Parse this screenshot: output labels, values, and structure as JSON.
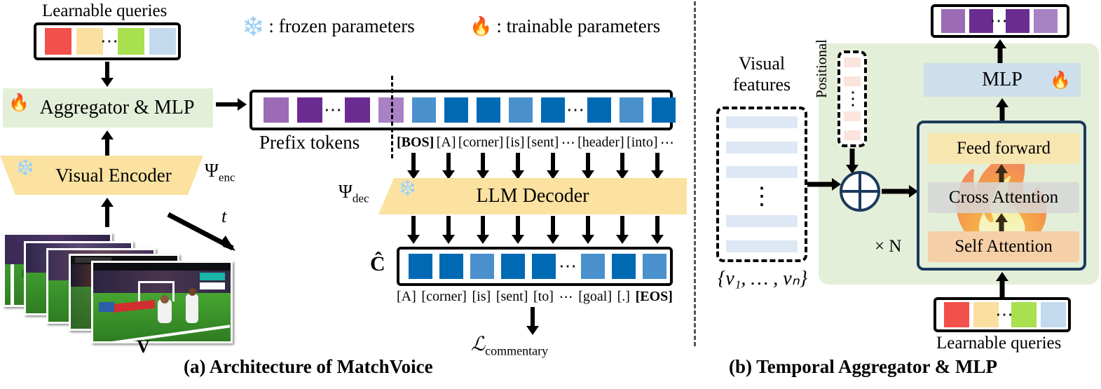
{
  "figure": {
    "panel_a_caption": "(a) Architecture of MatchVoice",
    "panel_b_caption": "(b) Temporal Aggregator & MLP"
  },
  "legend": {
    "frozen_icon": "snowflake-icon",
    "frozen_text": ": frozen parameters",
    "trainable_icon": "flame-icon",
    "trainable_text": ": trainable parameters"
  },
  "panel_a": {
    "learnable_queries_label": "Learnable queries",
    "learnable_queries_tokens": [
      "#f2504b",
      "#fae0a0",
      "dots",
      "#a8e04f",
      "#c3daee"
    ],
    "aggregator_label": "Aggregator & MLP",
    "aggregator_icon": "flame-icon",
    "visual_encoder_label": "Visual Encoder",
    "visual_encoder_icon": "snowflake-icon",
    "visual_encoder_symbol": "Ψ",
    "visual_encoder_subscript": "enc",
    "time_axis_label": "t",
    "video_label": "V",
    "prefix_tokens_label": "Prefix tokens",
    "prefix_tokens": [
      "#9b6bb5",
      "#6b2c91",
      "dots",
      "#6b2c91",
      "#a982c4"
    ],
    "input_text_tokens": [
      "#4a90cc",
      "#0069b4",
      "#0069b4",
      "#4a90cc",
      "#0069b4",
      "dots",
      "#0069b4",
      "#4a90cc",
      "#0069b4"
    ],
    "input_token_labels": [
      "[BOS]",
      "[A]",
      "[corner]",
      "[is]",
      "[sent]",
      "⋯",
      "[header]",
      "[into]",
      "⋯"
    ],
    "decoder_label": "LLM Decoder",
    "decoder_icon": "snowflake-icon",
    "decoder_symbol": "Ψ",
    "decoder_subscript": "dec",
    "output_symbol": "Ĉ",
    "output_tokens": [
      "#0069b4",
      "#0069b4",
      "#4a90cc",
      "#0069b4",
      "#0069b4",
      "dots",
      "#4a90cc",
      "#0069b4",
      "#4a90cc"
    ],
    "output_token_labels": [
      "[A]",
      "[corner]",
      "[is]",
      "[sent]",
      "[to]",
      "⋯",
      "[goal]",
      "[.]",
      "[EOS]"
    ],
    "loss_symbol": "ℒ",
    "loss_subscript": "commentary"
  },
  "panel_b": {
    "visual_features_label_line1": "Visual",
    "visual_features_label_line2": "features",
    "visual_features_set": "{v₁, … , vₙ}",
    "positional_label": "Positional",
    "repeat_label": "× N",
    "plus_symbol": "plus-circle-icon",
    "mlp_label": "MLP",
    "mlp_icon": "flame-icon",
    "feed_forward_label": "Feed forward",
    "cross_attention_label": "Cross Attention",
    "self_attention_label": "Self Attention",
    "block_flame_icon": "flame-icon",
    "output_tokens": [
      "#9b6bb5",
      "#6b2c91",
      "dots",
      "#6b2c91",
      "#a982c4"
    ],
    "learnable_queries_tokens": [
      "#f2504b",
      "#fae0a0",
      "dots",
      "#a8e04f",
      "#c3daee"
    ],
    "learnable_queries_label": "Learnable queries"
  },
  "colors": {
    "green_panel": "#e4efd9",
    "yellow_trap": "#fbe2a0",
    "mlp_blue": "#cddfeb",
    "feed_forward": "#f7e6b0",
    "cross_attention": "#d6d6d6",
    "self_attention": "#f5cfa8",
    "positional_pink": "#fbe4dc",
    "feature_row": "#dde8f4",
    "navy": "#1b3a5c"
  }
}
